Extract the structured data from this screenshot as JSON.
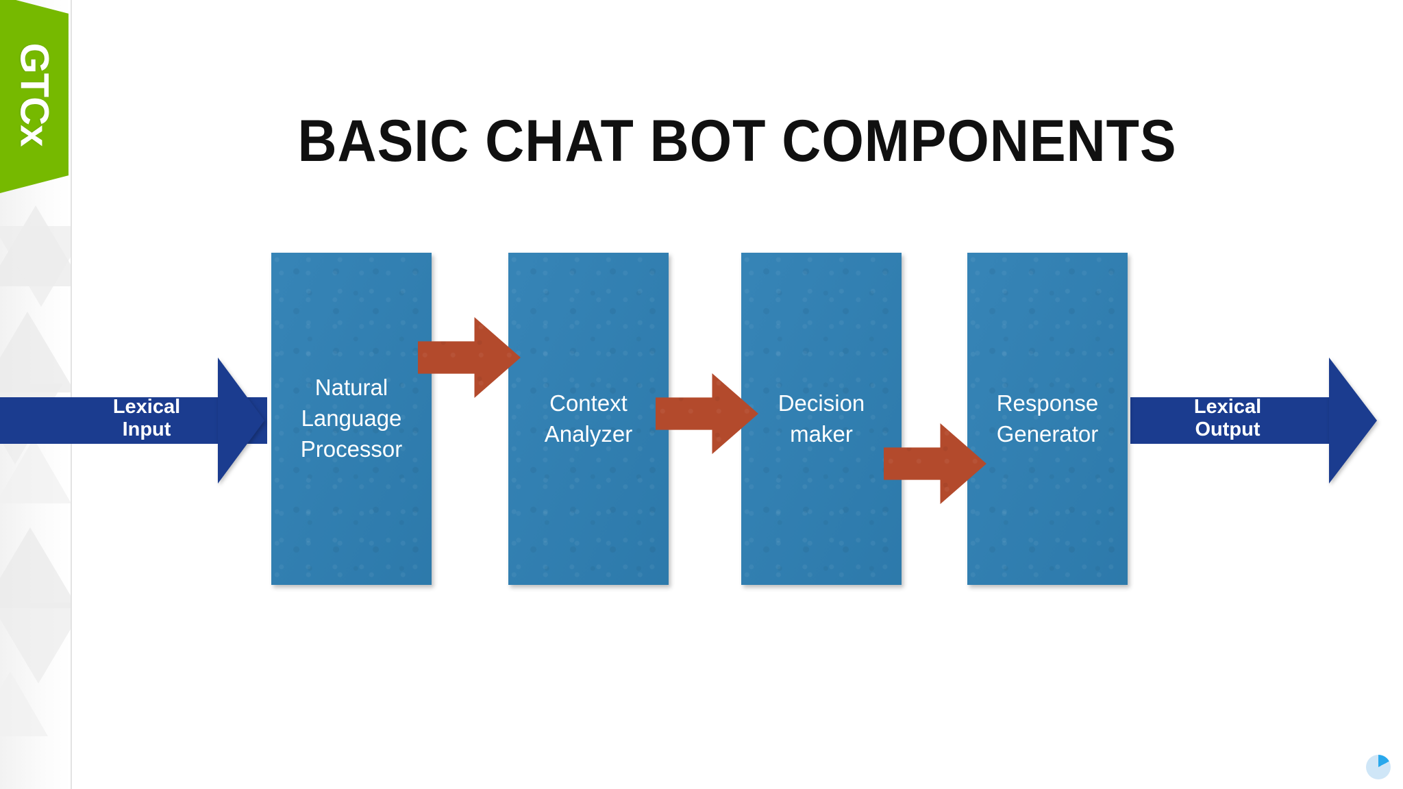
{
  "slide": {
    "title": "BASIC CHAT BOT COMPONENTS",
    "background_color": "#ffffff"
  },
  "branding": {
    "flag_label": "GTCx",
    "flag_color": "#76b900",
    "flag_text_color": "#ffffff"
  },
  "colors": {
    "process_box": "#2f80b4",
    "band_arrow": "#1b3c8f",
    "connector_arrow": "#b34a2c",
    "title_text": "#101010",
    "box_text": "#ffffff"
  },
  "flow": {
    "input": {
      "label_line1": "Lexical",
      "label_line2": "Input",
      "icon": "right-arrow-band-icon"
    },
    "output": {
      "label_line1": "Lexical",
      "label_line2": "Output",
      "icon": "right-arrow-band-icon"
    },
    "stages": [
      {
        "id": "nlp",
        "label": "Natural\nLanguage\nProcessor"
      },
      {
        "id": "context",
        "label": "Context\nAnalyzer"
      },
      {
        "id": "decision",
        "label": "Decision\nmaker"
      },
      {
        "id": "response",
        "label": "Response\nGenerator"
      }
    ],
    "connectors": [
      {
        "id": "nlp-to-context",
        "icon": "block-arrow-right-icon"
      },
      {
        "id": "context-to-decision",
        "icon": "block-arrow-right-icon"
      },
      {
        "id": "decision-to-response",
        "icon": "block-arrow-right-icon"
      }
    ]
  },
  "decor": {
    "pie_badge": "pie-progress-icon",
    "rail": "triangle-pattern-decoration"
  }
}
